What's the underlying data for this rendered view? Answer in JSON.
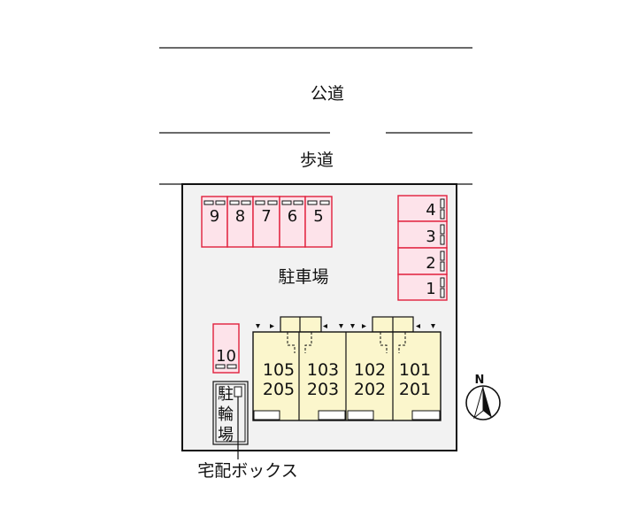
{
  "labels": {
    "public_road": "公道",
    "sidewalk": "歩道",
    "parking": "駐車場",
    "bike_parking": "駐輪場",
    "delivery_box": "宅配ボックス",
    "north": "N"
  },
  "parking_spaces_top": [
    "9",
    "8",
    "7",
    "6",
    "5"
  ],
  "parking_spaces_right": [
    "4",
    "3",
    "2",
    "1"
  ],
  "parking_space_extra": "10",
  "units": [
    {
      "lower": "105",
      "upper": "205"
    },
    {
      "lower": "103",
      "upper": "203"
    },
    {
      "lower": "102",
      "upper": "202"
    },
    {
      "lower": "101",
      "upper": "201"
    }
  ],
  "colors": {
    "parking_fill": "#fde3ea",
    "parking_stroke": "#e0203c",
    "building_fill": "#fbf6cc",
    "line": "#111111"
  }
}
